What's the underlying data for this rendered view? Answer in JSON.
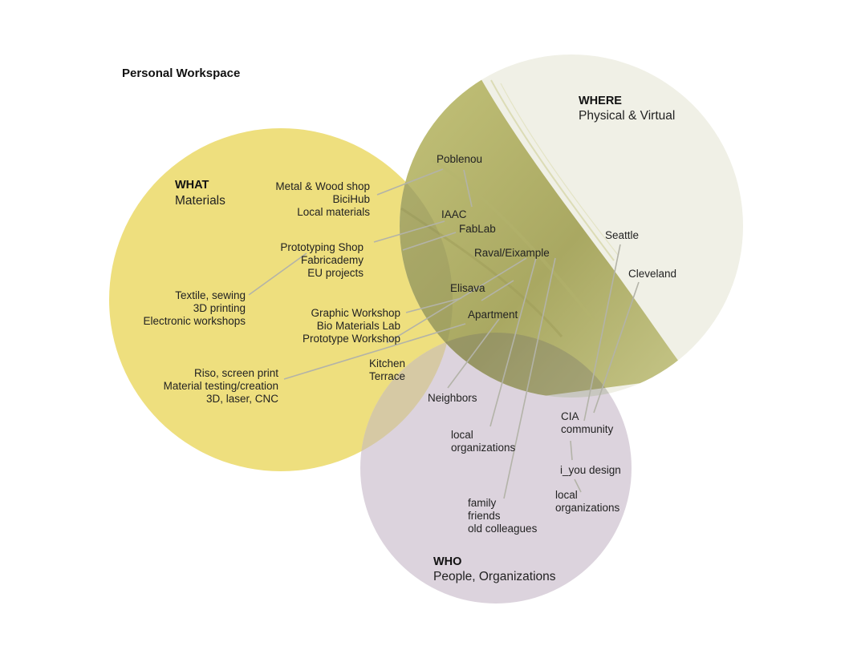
{
  "title": "Personal Workspace",
  "colors": {
    "what_fill": "#eedf7e",
    "where_fill": "#eeeee0",
    "where_texture": "#b9b86c",
    "who_fill": "#dcd3dd",
    "overlap_tint": "#8f8f5c",
    "connector": "#b3b3a8"
  },
  "circles": {
    "what": {
      "heading": "WHAT",
      "sub": "Materials"
    },
    "where": {
      "heading": "WHERE",
      "sub": "Physical & Virtual"
    },
    "who": {
      "heading": "WHO",
      "sub": "People, Organizations"
    }
  },
  "what_items": {
    "metal": "Metal & Wood shop",
    "bicihub": "BiciHub",
    "local_materials": "Local materials",
    "prototyping_shop": "Prototyping Shop",
    "fabricademy": "Fabricademy",
    "eu_projects": "EU projects",
    "textile": "Textile, sewing",
    "printing3d": "3D printing",
    "electronic": "Electronic workshops",
    "graphic": "Graphic Workshop",
    "biomaterials": "Bio Materials Lab",
    "prototype_workshop": "Prototype Workshop",
    "riso": "Riso, screen print",
    "material_testing": "Material testing/creation",
    "laser": "3D, laser, CNC",
    "kitchen": "Kitchen",
    "terrace": "Terrace"
  },
  "where_items": {
    "poblenou": "Poblenou",
    "iaac": "IAAC",
    "fablab": "FabLab",
    "raval": "Raval/Eixample",
    "elisava": "Elisava",
    "apartment": "Apartment",
    "seattle": "Seattle",
    "cleveland": "Cleveland"
  },
  "who_items": {
    "neighbors": "Neighbors",
    "local_org1_a": "local",
    "local_org1_b": "organizations",
    "cia": "CIA",
    "community": "community",
    "iyou": "i_you design",
    "local_org2_a": "local",
    "local_org2_b": "organizations",
    "family": "family",
    "friends": "friends",
    "old_colleagues": "old colleagues"
  }
}
